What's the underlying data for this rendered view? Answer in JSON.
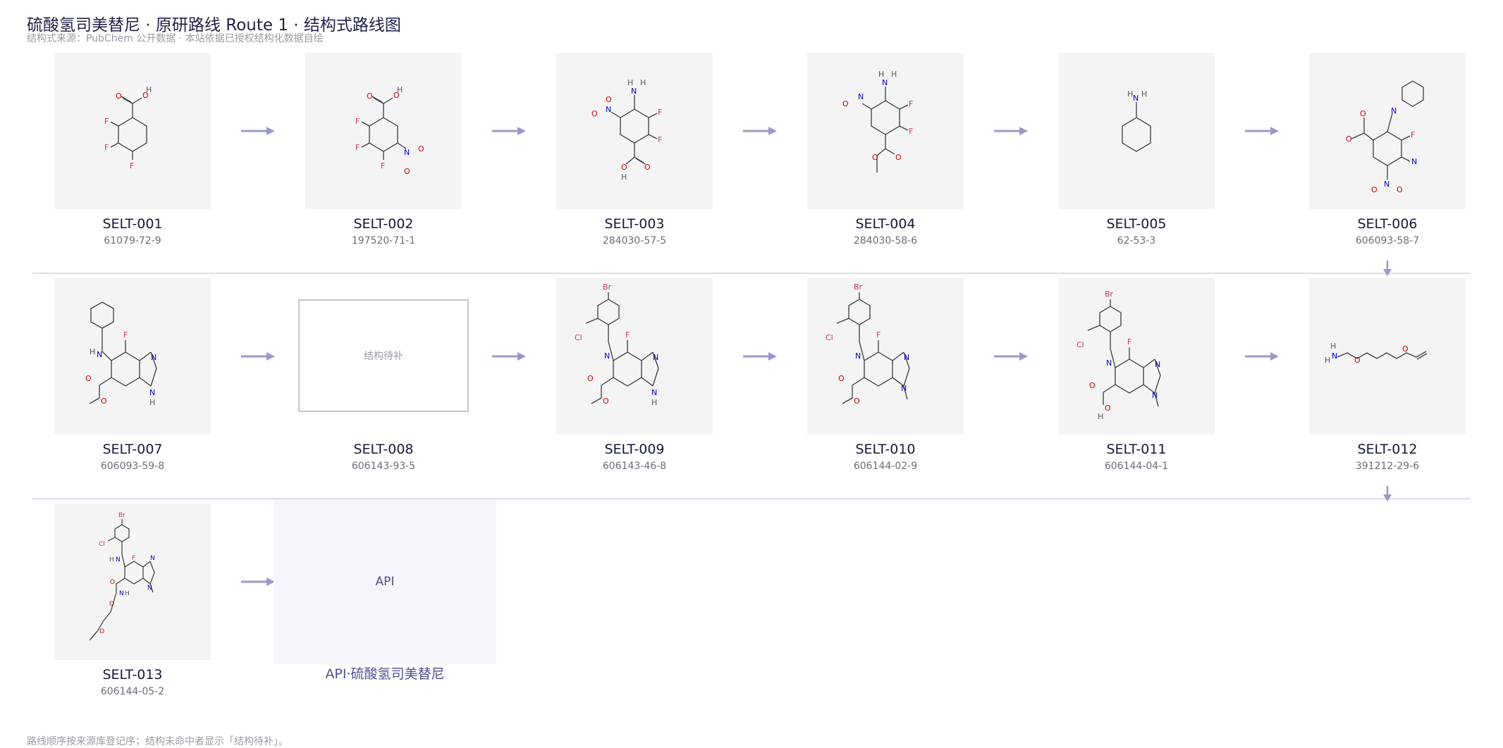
{
  "header": {
    "title": "硫酸氢司美替尼 · 原研路线 Route 1 · 结构式路线图",
    "subtitle": "结构式来源：PubChem 公开数据 · 本站依据已授权结构化数据自绘"
  },
  "compounds": [
    {
      "code": "SELT-001",
      "cas": "61079-72-9"
    },
    {
      "code": "SELT-002",
      "cas": "197520-71-1"
    },
    {
      "code": "SELT-003",
      "cas": "284030-57-5"
    },
    {
      "code": "SELT-004",
      "cas": "284030-58-6"
    },
    {
      "code": "SELT-005",
      "cas": "62-53-3"
    },
    {
      "code": "SELT-006",
      "cas": "606093-58-7"
    },
    {
      "code": "SELT-007",
      "cas": "606093-59-8"
    },
    {
      "code": "SELT-008",
      "cas": "606143-93-5",
      "pending_label": "结构待补"
    },
    {
      "code": "SELT-009",
      "cas": "606143-46-8"
    },
    {
      "code": "SELT-010",
      "cas": "606144-02-9"
    },
    {
      "code": "SELT-011",
      "cas": "606144-04-1"
    },
    {
      "code": "SELT-012",
      "cas": "391212-29-6"
    },
    {
      "code": "SELT-013",
      "cas": "606144-05-2"
    }
  ],
  "api": {
    "box_text": "API",
    "label": "API·硫酸氢司美替尼"
  },
  "footnote": "路线顺序按来源库登记序；结构未命中者显示「结构待补」。",
  "colors": {
    "arrow": "#9b99c9",
    "tile": "#f4f4f5",
    "api_box": "#f5f5fc",
    "title": "#1e2147",
    "oxygen": "#cc0000",
    "nitrogen": "#0000cc",
    "fluorine_halogen": "#cc3366"
  }
}
